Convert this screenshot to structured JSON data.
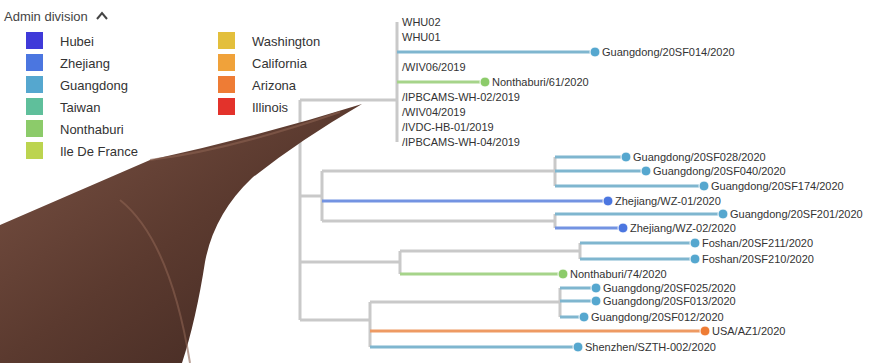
{
  "diagram": {
    "labels": [
      "Admin division",
      "WHU02",
      "WHU01",
      "Guangdong/20SF014/2020",
      "/WIV06/2019",
      "Nonthaburi/61/2020",
      "/IPBCAMS-WH-02/2019",
      "/WIV04/2019",
      "/IVDC-HB-01/2019",
      "/IPBCAMS-WH-04/2019",
      "Guangdong/20SF028/2020",
      "Guangdong/20SF040/2020",
      "Guangdong/20SF174/2020",
      "Zhejiang/WZ-01/2020",
      "Guangdong/20SF201/2020",
      "Zhejiang/WZ-02/2020",
      "Foshan/20SF211/2020",
      "Foshan/20SF210/2020",
      "Nonthaburi/74/2020",
      "Guangdong/20SF025/2020",
      "Guangdong/20SF013/2020",
      "Guangdong/20SF012/2020",
      "USA/AZ1/2020",
      "Shenzhen/SZTH-002/2020"
    ],
    "legend": [
      {
        "text": "Hubei",
        "color": "#3f3ad9"
      },
      {
        "text": "Zhejiang",
        "color": "#4b76e0"
      },
      {
        "text": "Guangdong",
        "color": "#55a7cf"
      },
      {
        "text": "Taiwan",
        "color": "#5fbf9b"
      },
      {
        "text": "Nonthaburi",
        "color": "#8ccb6a"
      },
      {
        "text": "Ile De France",
        "color": "#bcd44f"
      },
      {
        "text": "Washington",
        "color": "#e3bf3c"
      },
      {
        "text": "California",
        "color": "#f0a23a"
      },
      {
        "text": "Arizona",
        "color": "#ee7c35"
      },
      {
        "text": "Illinois",
        "color": "#e3322b"
      }
    ]
  }
}
